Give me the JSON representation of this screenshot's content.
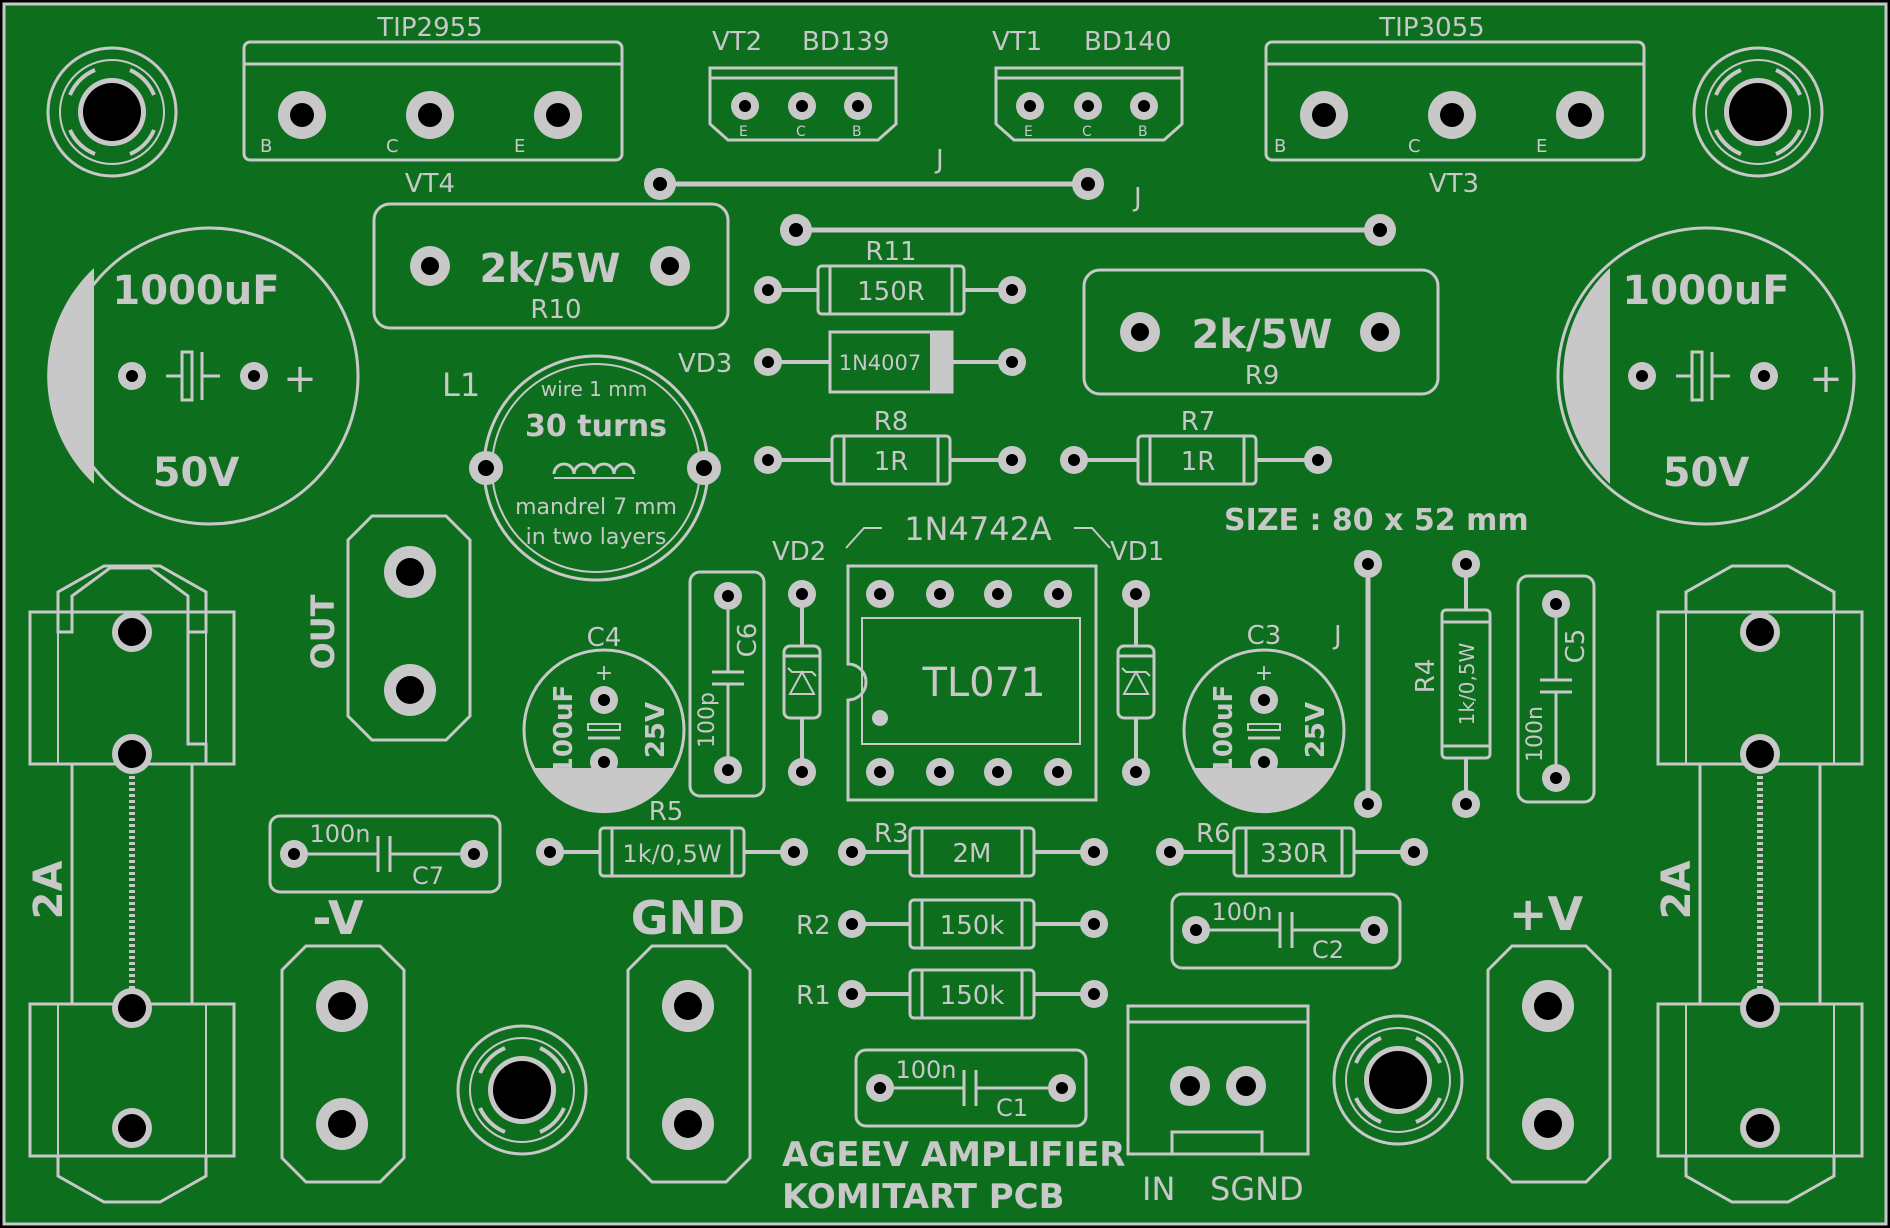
{
  "board": {
    "title_line1": "AGEEV AMPLIFIER",
    "title_line2": "KOMITART PCB",
    "size_label": "SIZE : 80 x 52 mm",
    "colors": {
      "pcb": "#0d6e1e",
      "silk": "#c8c8c8",
      "drill": "#000000"
    }
  },
  "transistors": {
    "vt4_part": "TIP2955",
    "vt4_ref": "VT4",
    "vt3_part": "TIP3055",
    "vt3_ref": "VT3",
    "vt2_ref": "VT2",
    "vt2_part": "BD139",
    "vt1_ref": "VT1",
    "vt1_part": "BD140",
    "pin_b": "B",
    "pin_c": "C",
    "pin_e": "E"
  },
  "jumpers": {
    "label": "J"
  },
  "capacitors": {
    "c_left_value": "1000uF",
    "c_left_voltage": "50V",
    "c_right_value": "1000uF",
    "c_right_voltage": "50V",
    "polarity_plus": "+",
    "c4_ref": "C4",
    "c4_value": "100uF",
    "c4_voltage": "25V",
    "c3_ref": "C3",
    "c3_value": "100uF",
    "c3_voltage": "25V",
    "c6_ref": "C6",
    "c6_value": "100p",
    "c5_ref": "C5",
    "c5_value": "100n",
    "c7_ref": "C7",
    "c7_value": "100n",
    "c2_ref": "C2",
    "c2_value": "100n",
    "c1_ref": "C1",
    "c1_value": "100n"
  },
  "resistors": {
    "r10_ref": "R10",
    "r10_value": "2k/5W",
    "r9_ref": "R9",
    "r9_value": "2k/5W",
    "r11_ref": "R11",
    "r11_value": "150R",
    "r8_ref": "R8",
    "r8_value": "1R",
    "r7_ref": "R7",
    "r7_value": "1R",
    "r5_ref": "R5",
    "r5_value": "1k/0,5W",
    "r4_ref": "R4",
    "r4_value": "1k/0,5W",
    "r3_ref": "R3",
    "r3_value": "2M",
    "r6_ref": "R6",
    "r6_value": "330R",
    "r2_ref": "R2",
    "r2_value": "150k",
    "r1_ref": "R1",
    "r1_value": "150k"
  },
  "diodes": {
    "vd3_ref": "VD3",
    "vd3_part": "1N4007",
    "vd2_ref": "VD2",
    "vd1_ref": "VD1",
    "zener_part": "1N4742A"
  },
  "ic": {
    "part": "TL071"
  },
  "inductor": {
    "ref": "L1",
    "note_wire": "wire 1 mm",
    "note_turns": "30 turns",
    "note_mandrel": "mandrel 7 mm",
    "note_layers": "in two layers"
  },
  "connectors": {
    "out": "OUT",
    "gnd": "GND",
    "neg_v": "-V",
    "pos_v": "+V",
    "in": "IN",
    "sgnd": "SGND"
  },
  "fuses": {
    "left_rating": "2A",
    "right_rating": "2A"
  }
}
